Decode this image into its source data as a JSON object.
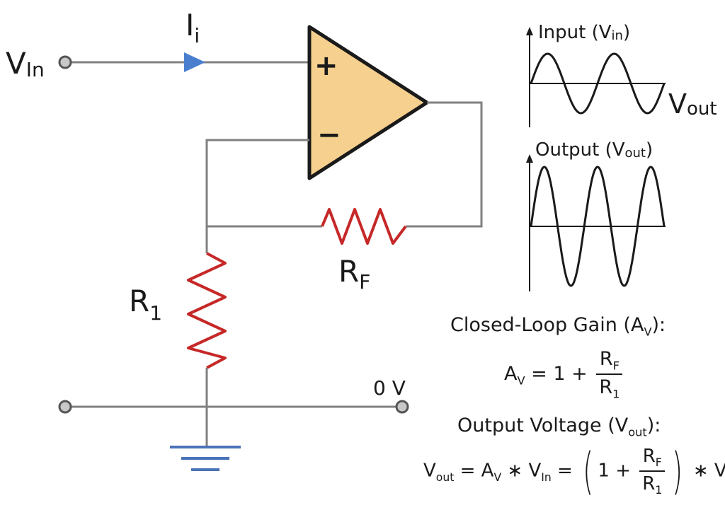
{
  "circuit": {
    "input_label": "V",
    "input_sub": "In",
    "current_label": "I",
    "current_sub": "i",
    "plus_sign": "+",
    "minus_sign": "−",
    "rf_label": "R",
    "rf_sub": "F",
    "r1_label": "R",
    "r1_sub": "1",
    "ground_voltage": "0 V",
    "out_label": "V",
    "out_sub": "out"
  },
  "waveforms": {
    "input_title": "Input (V",
    "input_title_sub": "in",
    "input_title_end": ")",
    "output_title": "Output (V",
    "output_title_sub": "out",
    "output_title_end": ")",
    "input_cycles": 2,
    "input_amplitude": 1,
    "output_cycles": 2.5,
    "output_amplitude": 2
  },
  "equations": {
    "gain_heading": "Closed-Loop Gain (A",
    "gain_heading_sub": "V",
    "gain_heading_end": "):",
    "gain_lhs": "A",
    "gain_lhs_sub": "V",
    "gain_mid": " = 1 + ",
    "frac_num": "R",
    "frac_num_sub": "F",
    "frac_den": "R",
    "frac_den_sub": "1",
    "out_heading": "Output Voltage (V",
    "out_heading_sub": "out",
    "out_heading_end": "):",
    "out_v": "V",
    "out_v_sub": "out",
    "eq_sign": " = ",
    "av": "A",
    "av_sub": "V",
    "times": " ∗ ",
    "vin": "V",
    "vin_sub": "In",
    "one_plus": "1 + "
  },
  "colors": {
    "wire": "#808080",
    "resistor": "#c62828",
    "opamp_fill": "#f5d08e",
    "opamp_stroke": "#1a1a1a",
    "arrow": "#4a7fd0",
    "ground": "#4a73b8"
  }
}
